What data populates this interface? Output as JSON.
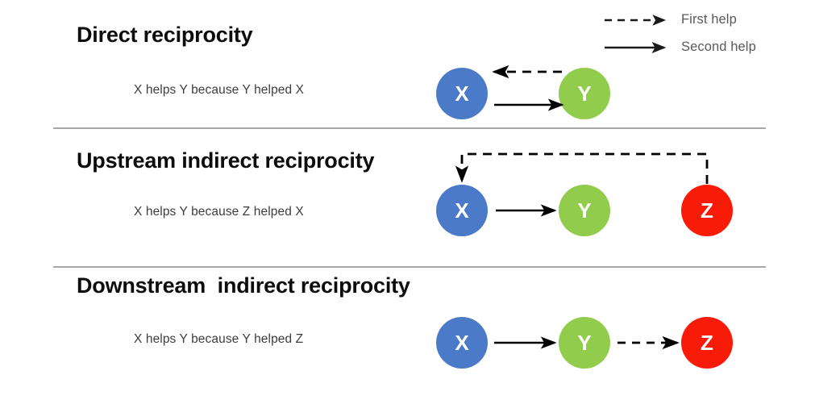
{
  "legend": {
    "items": [
      {
        "label": "First help",
        "style": "dashed",
        "icon": "dashed-arrow-icon"
      },
      {
        "label": "Second help",
        "style": "solid",
        "icon": "solid-arrow-icon"
      }
    ]
  },
  "sections": [
    {
      "id": "direct",
      "title": "Direct reciprocity",
      "caption": "X helps Y because Y helped X",
      "nodes": [
        {
          "label": "X",
          "color": "#4a7ac8"
        },
        {
          "label": "Y",
          "color": "#92cc4d"
        }
      ],
      "edges": [
        {
          "from": "Y",
          "to": "X",
          "style": "dashed",
          "meaning": "First help"
        },
        {
          "from": "X",
          "to": "Y",
          "style": "solid",
          "meaning": "Second help"
        }
      ]
    },
    {
      "id": "upstream",
      "title": "Upstream indirect reciprocity",
      "caption": "X helps Y because Z helped X",
      "nodes": [
        {
          "label": "X",
          "color": "#4a7ac8"
        },
        {
          "label": "Y",
          "color": "#92cc4d"
        },
        {
          "label": "Z",
          "color": "#f81b07"
        }
      ],
      "edges": [
        {
          "from": "Z",
          "to": "X",
          "style": "dashed",
          "meaning": "First help"
        },
        {
          "from": "X",
          "to": "Y",
          "style": "solid",
          "meaning": "Second help"
        }
      ]
    },
    {
      "id": "downstream",
      "title": "Downstream  indirect reciprocity",
      "caption": "X helps Y because Y helped Z",
      "nodes": [
        {
          "label": "X",
          "color": "#4a7ac8"
        },
        {
          "label": "Y",
          "color": "#92cc4d"
        },
        {
          "label": "Z",
          "color": "#f81b07"
        }
      ],
      "edges": [
        {
          "from": "X",
          "to": "Y",
          "style": "solid",
          "meaning": "Second help"
        },
        {
          "from": "Y",
          "to": "Z",
          "style": "dashed",
          "meaning": "First help"
        }
      ]
    }
  ],
  "colors": {
    "node_blue": "#4a7ac8",
    "node_green": "#92cc4d",
    "node_red": "#f81b07",
    "divider": "#a8a8a8",
    "arrow": "#000000",
    "title": "#0d0d0d",
    "caption": "#3d3d3d",
    "legend_text": "#595959"
  }
}
